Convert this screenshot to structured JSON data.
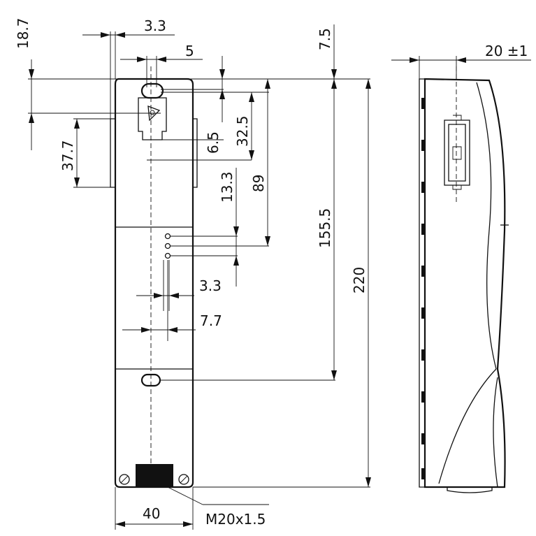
{
  "dimensions": {
    "d_18_7": "18.7",
    "d_3_3_top": "3.3",
    "d_5": "5",
    "d_7_5": "7.5",
    "d_20_pm1": "20 ±1",
    "d_37_7": "37.7",
    "d_6_5": "6.5",
    "d_32_5": "32.5",
    "d_89": "89",
    "d_13_3": "13.3",
    "d_155_5": "155.5",
    "d_220": "220",
    "d_3_3_mid": "3.3",
    "d_7_7": "7.7",
    "d_40": "40",
    "thread": "M20x1.5"
  }
}
